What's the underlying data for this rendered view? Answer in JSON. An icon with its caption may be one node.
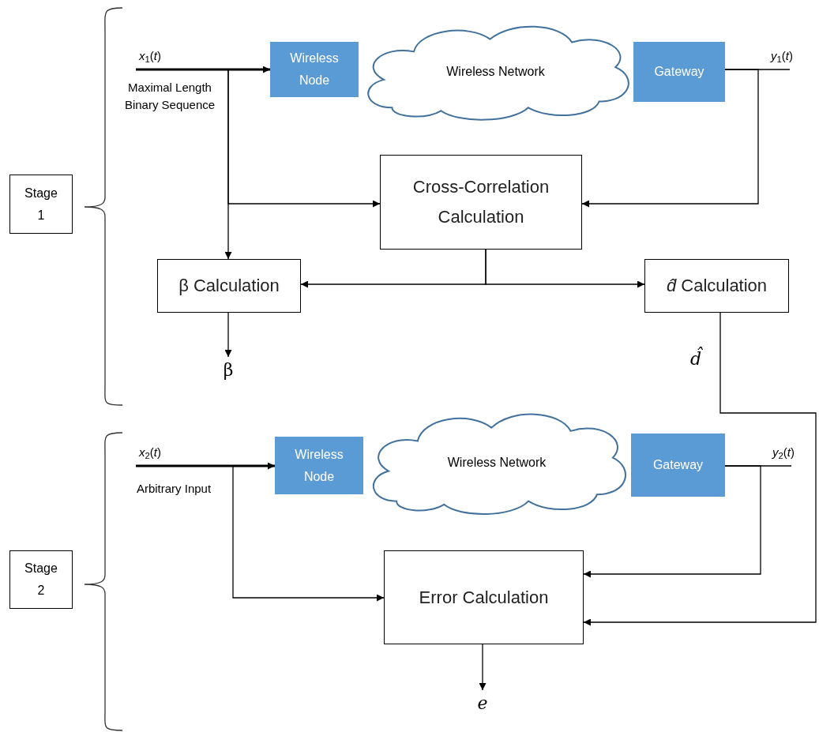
{
  "diagram": {
    "nodes": [
      {
        "text": [
          "Stage 1"
        ]
      },
      {
        "text": [
          "*x*$_{1}$(*t*)"
        ]
      },
      {
        "text": [
          "Wireless Node"
        ]
      },
      {
        "text": [
          "Wireless Network"
        ]
      },
      {
        "text": [
          "Gateway"
        ]
      },
      {
        "text": [
          "*y*$_{1}$(*t*)"
        ]
      },
      {
        "text": [
          "Cross-Correlation Calculation"
        ]
      },
      {
        "text": [
          "β Calculation"
        ]
      },
      {
        "text": [
          "*d̂* Calculation"
        ]
      },
      {
        "text": [
          "β"
        ]
      },
      {
        "text": [
          "Stage 2"
        ]
      },
      {
        "text": [
          "*x*$_{2}$(*t*)"
        ]
      },
      {
        "text": [
          "Wireless Node"
        ]
      },
      {
        "text": [
          "Wireless Network"
        ]
      },
      {
        "text": [
          "Gateway"
        ]
      },
      {
        "text": [
          "*y*$_{2}$(*t*)"
        ]
      },
      {
        "text": [
          "Error Calculation"
        ]
      },
      {
        "text": [
          "*e*"
        ]
      }
    ],
    "edges": [
      {
        "from": 1,
        "to": 2,
        "arrow": "to",
        "style": "thick"
      },
      {
        "from": 1,
        "to": 7,
        "arrow": "to"
      },
      {
        "from": 1,
        "to": 6,
        "arrow": "to"
      },
      {
        "from": 4,
        "to": 5,
        "arrow": "none"
      },
      {
        "from": 4,
        "to": 6,
        "arrow": "to"
      },
      {
        "from": 6,
        "to": 7,
        "arrow": "to"
      },
      {
        "from": 6,
        "to": 8,
        "arrow": "to"
      },
      {
        "from": 7,
        "to": 9,
        "arrow": "to"
      },
      {
        "from": 8,
        "to": 16,
        "arrow": "to"
      },
      {
        "from": 11,
        "to": 12,
        "arrow": "to",
        "style": "thick"
      },
      {
        "from": 11,
        "to": 16,
        "arrow": "to"
      },
      {
        "from": 14,
        "to": 15,
        "arrow": "none"
      },
      {
        "from": 14,
        "to": 16,
        "arrow": "to"
      },
      {
        "from": 16,
        "to": 17,
        "arrow": "to"
      }
    ],
    "labels": [
      "Maximal Length Binary Sequence",
      "*d̂*",
      "Arbitrary Input"
    ]
  }
}
